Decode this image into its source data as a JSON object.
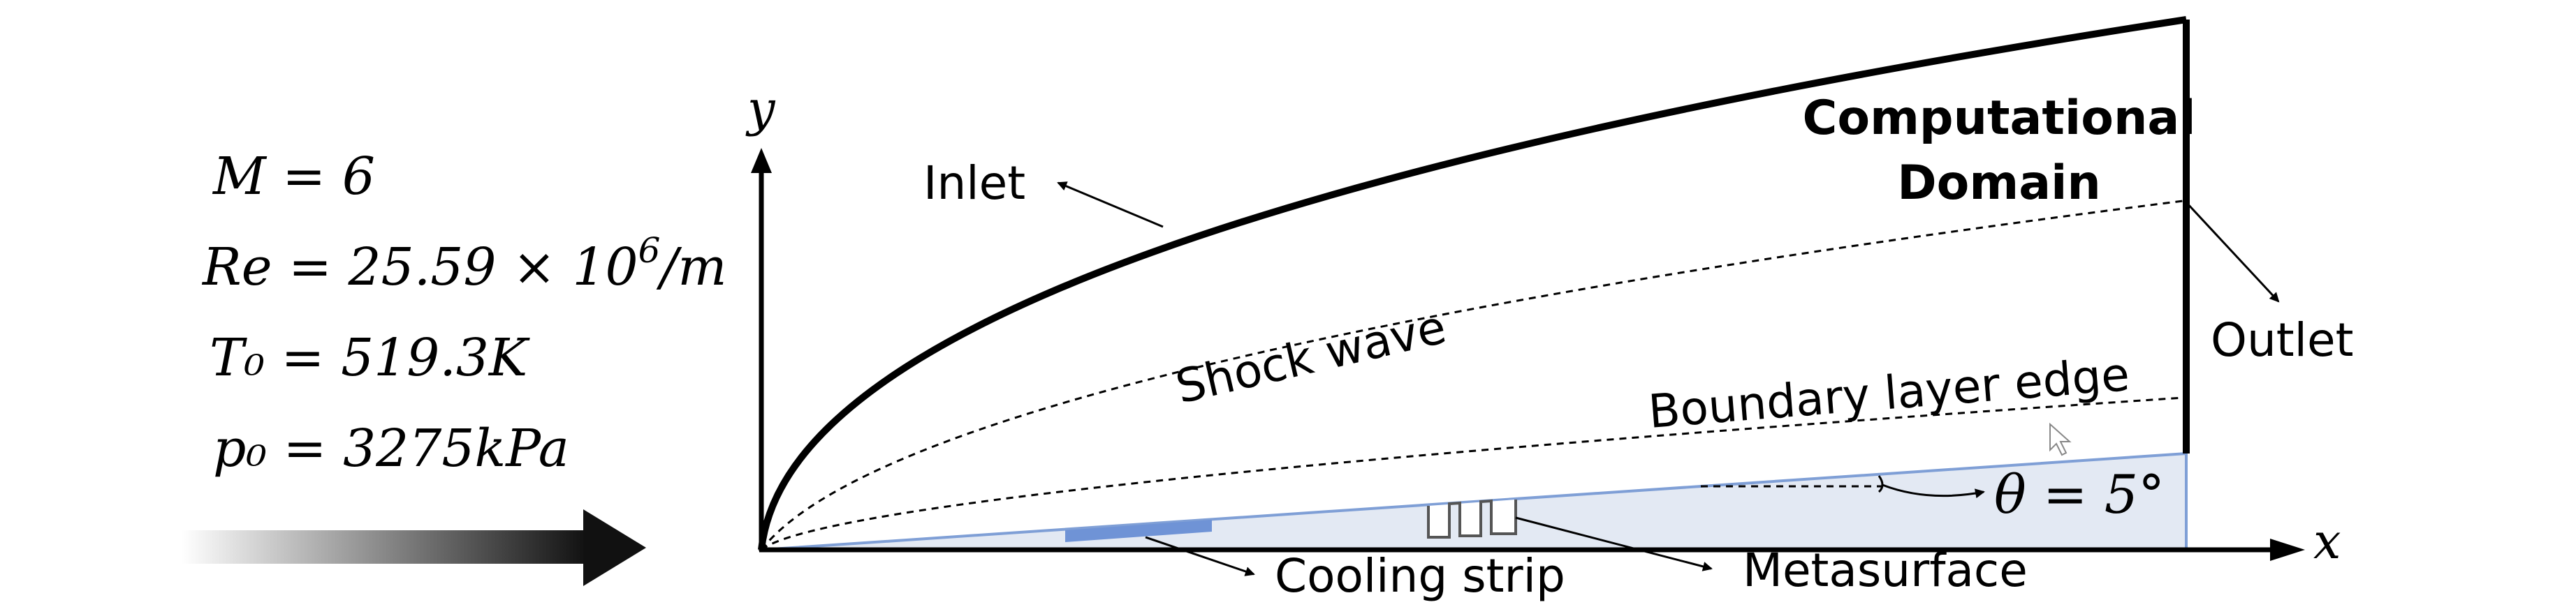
{
  "conditions": {
    "mach": "M = 6",
    "reynolds_base": "Re = 25.59 × 10",
    "reynolds_exp": "6",
    "reynolds_unit": "/m",
    "temperature": "T₀ = 519.3K",
    "pressure": "p₀ = 3275kPa"
  },
  "axes": {
    "x_label": "x",
    "y_label": "y"
  },
  "labels": {
    "domain_line1": "Computational",
    "domain_line2": "Domain",
    "inlet": "Inlet",
    "outlet": "Outlet",
    "shock_wave": "Shock wave",
    "boundary_layer": "Boundary layer edge",
    "angle": "θ = 5°",
    "cooling_strip": "Cooling strip",
    "metasurface": "Metasurface"
  },
  "colors": {
    "wedge_fill": "#e3e9f3",
    "wedge_edge": "#7f9fd6",
    "cooling_strip": "#6f93d6",
    "ink": "#000000"
  }
}
